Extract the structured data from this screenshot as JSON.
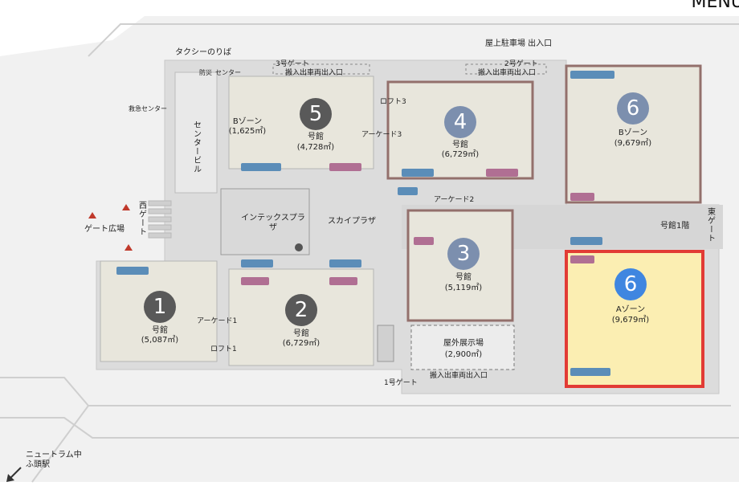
{
  "menu_label": "MENU",
  "labels": {
    "rooftop_parking": "屋上駐車場 出入口",
    "taxi": "タクシーのりば",
    "gate3": "3号ゲート",
    "gate3_entry": "搬入出車両出入口",
    "gate2": "2号ゲート",
    "gate2_entry": "搬入出車両出入口",
    "bousai": "防災",
    "center_small": "センター",
    "emergency": "救急センター",
    "center_building": "センタービル",
    "loft3": "ロフト3",
    "arcade3": "アーケード3",
    "arcade2": "アーケード2",
    "arcade1": "アーケード1",
    "loft1": "ロフト1",
    "intex_plaza": "インテックスプラザ",
    "sky_plaza": "スカイプラザ",
    "west_gate": "西ゲート",
    "gate_square": "ゲート広場",
    "east_gate": "東ゲート",
    "hall6_1f": "号館1階",
    "outdoor_title": "屋外展示場",
    "outdoor_area": "(2,900㎡)",
    "gate1": "1号ゲート",
    "gate1_entry": "搬入出車両出入口",
    "station": "ニュートラム中ふ頭駅"
  },
  "halls": [
    {
      "id": "hall-1",
      "number": "1",
      "title": "号館",
      "area": "(5,087㎡)"
    },
    {
      "id": "hall-2",
      "number": "2",
      "title": "号館",
      "area": "(6,729㎡)"
    },
    {
      "id": "hall-3",
      "number": "3",
      "title": "号館",
      "area": "(5,119㎡)"
    },
    {
      "id": "hall-4",
      "number": "4",
      "title": "号館",
      "area": "(6,729㎡)"
    },
    {
      "id": "hall-5",
      "number": "5",
      "title": "号館",
      "area": "(4,728㎡)",
      "zone": "Bゾーン",
      "zone_area": "(1,625㎡)"
    },
    {
      "id": "hall-6b",
      "number": "6",
      "title": "Bゾーン",
      "area": "(9,679㎡)"
    },
    {
      "id": "hall-6a",
      "number": "6",
      "title": "Aゾーン",
      "area": "(9,679㎡)"
    }
  ],
  "colors": {
    "hall_fill": "#e8e6dc",
    "ground": "#dcdcdc",
    "road": "#f1f1f1",
    "highlight_fill": "#fbeeb2",
    "highlight_border": "#e23b35",
    "frame_border": "#93706c",
    "num_gray": "#595959",
    "num_blue": "#7c8fae",
    "num_bright": "#3f86e0"
  }
}
